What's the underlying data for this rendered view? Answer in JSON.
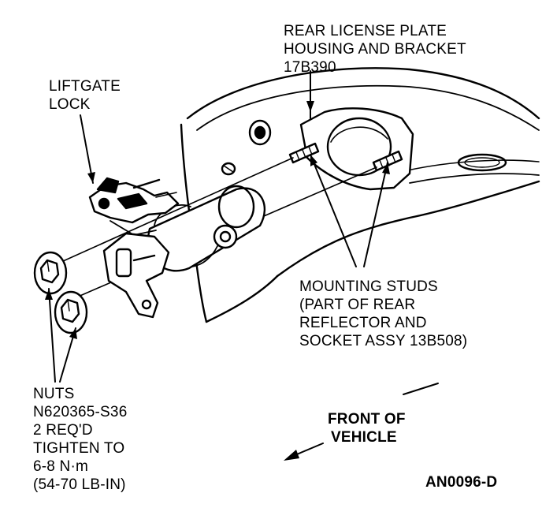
{
  "colors": {
    "ink": "#000000",
    "paper": "#ffffff"
  },
  "labels": {
    "housing": [
      "REAR LICENSE PLATE",
      "HOUSING AND BRACKET",
      "17B390"
    ],
    "lock": [
      "LIFTGATE",
      "LOCK"
    ],
    "studs": [
      "MOUNTING STUDS",
      "(PART OF REAR",
      "REFLECTOR AND",
      "SOCKET ASSY 13B508)"
    ],
    "nuts": [
      "NUTS",
      "N620365-S36",
      "2 REQ'D",
      "TIGHTEN TO",
      "6-8 N·m",
      "(54-70 LB-IN)"
    ],
    "front": [
      "FRONT OF",
      "VEHICLE"
    ],
    "code": "AN0096-D"
  }
}
